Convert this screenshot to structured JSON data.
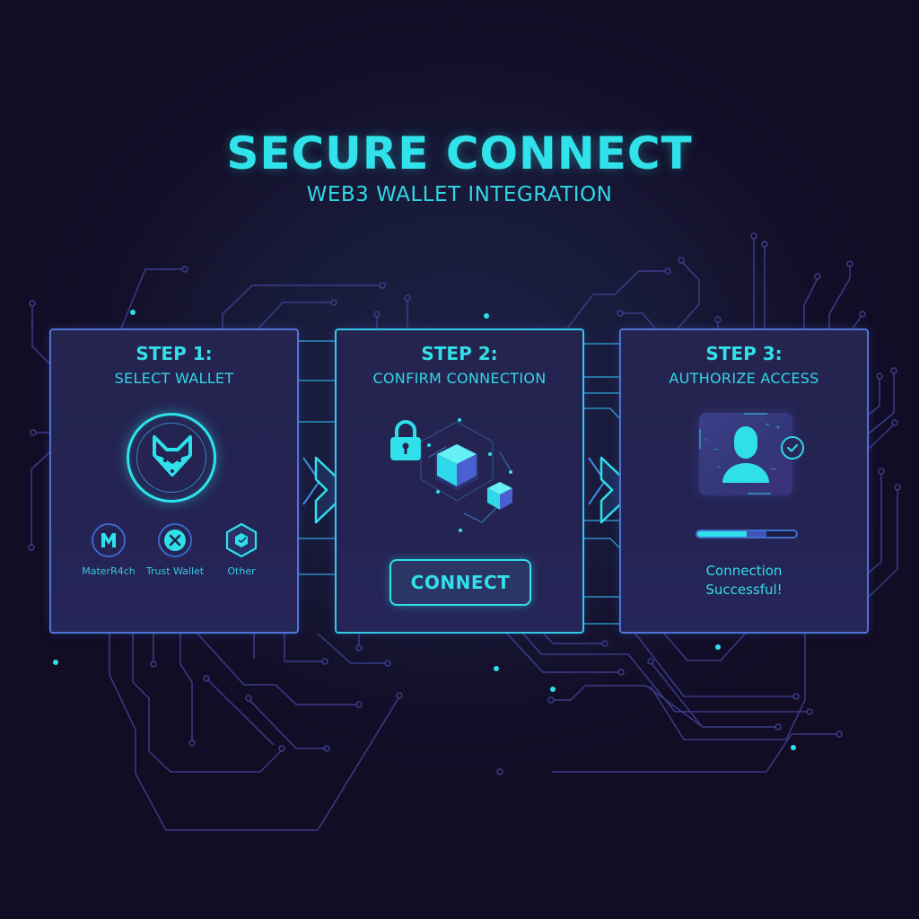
{
  "header": {
    "title": "SECURE CONNECT",
    "subtitle": "WEB3 WALLET INTEGRATION"
  },
  "steps": [
    {
      "number": "STEP 1:",
      "title": "SELECT WALLET",
      "featured_icon": "fox-wallet-icon",
      "wallets": [
        {
          "label": "MaterR4ch",
          "icon": "m-logo-icon"
        },
        {
          "label": "Trust Wallet",
          "icon": "x-circle-icon"
        },
        {
          "label": "Other",
          "icon": "hexagon-cube-icon"
        }
      ]
    },
    {
      "number": "STEP 2:",
      "title": "CONFIRM CONNECTION",
      "icons": [
        "padlock-icon",
        "blockchain-cubes-icon"
      ],
      "button_label": "CONNECT"
    },
    {
      "number": "STEP 3:",
      "title": "AUTHORIZE ACCESS",
      "icons": [
        "user-profile-icon",
        "checkmark-icon"
      ],
      "progress": {
        "filled_percent": 50,
        "secondary_percent": 20
      },
      "status_line1": "Connection",
      "status_line2": "Successful!"
    }
  ],
  "colors": {
    "accent": "#2fe0ea",
    "background": "#130e28",
    "panel": "#25244f",
    "panel_border": "#4f74d8",
    "trace": "#3b3f8c"
  }
}
